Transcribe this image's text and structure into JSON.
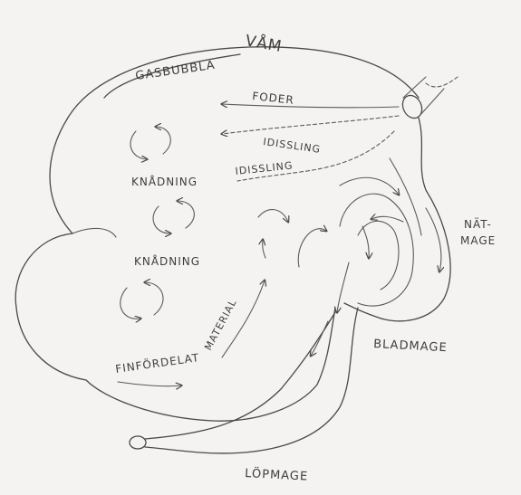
{
  "labels": {
    "vam": "VÅM",
    "gasbubbla": "GASBUBBLA",
    "foder": "FODER",
    "idissling_1": "IDISSLING",
    "idissling_2": "IDISSLING",
    "knadning_1": "KNÅDNING",
    "knadning_2": "KNÅDNING",
    "finfordelat": "FINFÖRDELAT",
    "material": "MATERIAL",
    "natmage_1": "NÄT-",
    "natmage_2": "MAGE",
    "bladmage": "BLADMAGE",
    "lopmage": "LÖPMAGE"
  },
  "colors": {
    "paper": "#f4f3f1",
    "ink": "#4a4a4a"
  }
}
